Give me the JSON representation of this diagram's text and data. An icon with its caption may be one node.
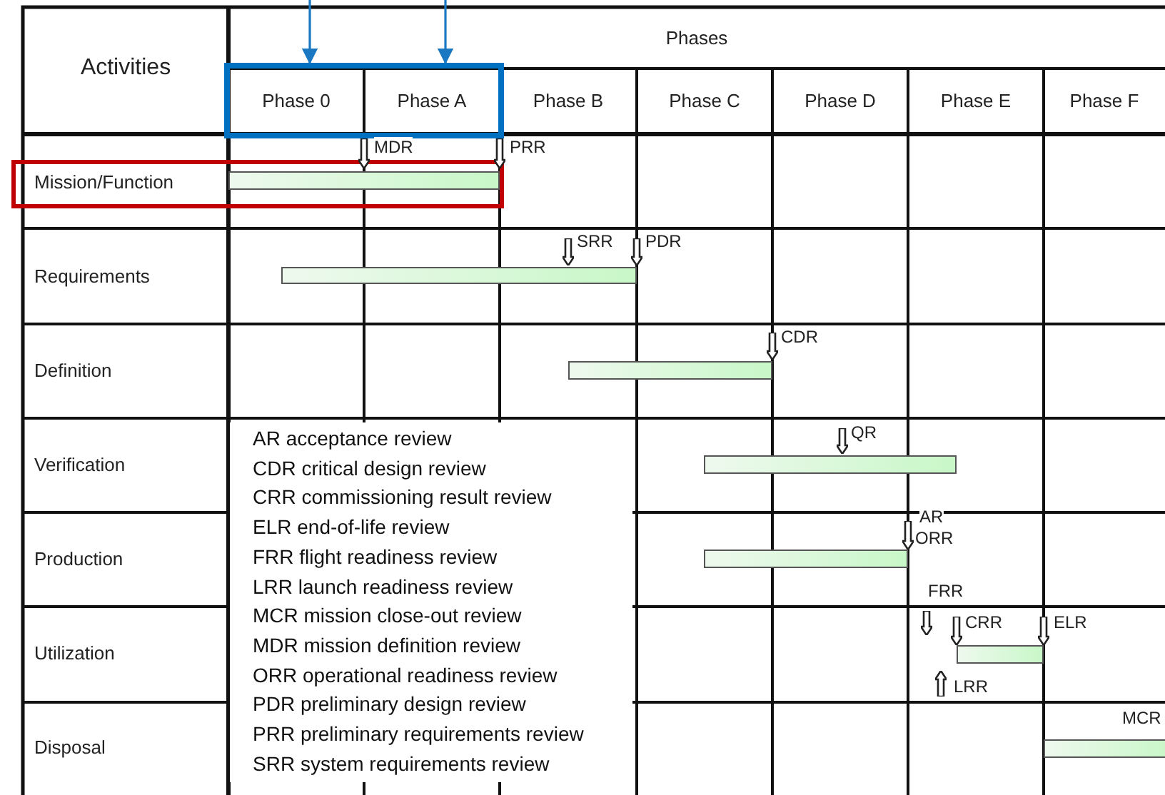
{
  "diagram": {
    "nodes": [
      {
        "text": [
          "Activities"
        ]
      },
      {
        "text": [
          "Phases"
        ]
      },
      {
        "text": [],
        "shape": "box"
      },
      {
        "text": [
          "Phase 0"
        ],
        "in": 2
      },
      {
        "text": [
          "Phase A"
        ],
        "in": 2
      },
      {
        "text": [
          "Phase B"
        ]
      },
      {
        "text": [
          "Phase C"
        ]
      },
      {
        "text": [
          "Phase D"
        ]
      },
      {
        "text": [
          "Phase E"
        ]
      },
      {
        "text": [
          "Phase F"
        ]
      },
      {
        "text": [],
        "shape": "box"
      },
      {
        "text": [
          "Mission/Function"
        ],
        "in": 10
      },
      {
        "text": [
          "Requirements"
        ]
      },
      {
        "text": [
          "Definition"
        ]
      },
      {
        "text": [
          "Verification"
        ]
      },
      {
        "text": [
          "Production"
        ]
      },
      {
        "text": [
          "Utilization"
        ]
      },
      {
        "text": [
          "Disposal"
        ]
      },
      {
        "text": [],
        "shape": "bar",
        "in": 10
      },
      {
        "text": [],
        "shape": "bar"
      },
      {
        "text": [],
        "shape": "bar"
      },
      {
        "text": [],
        "shape": "bar"
      },
      {
        "text": [],
        "shape": "bar"
      },
      {
        "text": [],
        "shape": "bar"
      },
      {
        "text": [],
        "shape": "bar",
        "beside": [
          "MCR"
        ]
      },
      {
        "text": [
          "MDR"
        ]
      },
      {
        "text": [
          "PRR"
        ]
      },
      {
        "text": [
          "SRR"
        ]
      },
      {
        "text": [
          "PDR"
        ]
      },
      {
        "text": [
          "CDR"
        ]
      },
      {
        "text": [
          "QR"
        ]
      },
      {
        "text": [
          "AR",
          "ORR"
        ]
      },
      {
        "text": [
          "FRR"
        ]
      },
      {
        "text": [
          "CRR"
        ]
      },
      {
        "text": [
          "ELR"
        ]
      },
      {
        "text": [
          "LRR"
        ]
      }
    ],
    "edges": [
      {
        "from": null,
        "to": 3,
        "arrow": "to"
      },
      {
        "from": null,
        "to": 4,
        "arrow": "to"
      }
    ],
    "labels": [
      "AR acceptance review",
      "CDR critical design review",
      "CRR commissioning result review",
      "ELR end-of-life review",
      "FRR flight readiness review",
      "LRR launch readiness review",
      "MCR mission close-out review",
      "MDR mission definition review",
      "ORR operational readiness review",
      "PDR preliminary design review",
      "PRR preliminary requirements review",
      "SRR system requirements review"
    ]
  }
}
